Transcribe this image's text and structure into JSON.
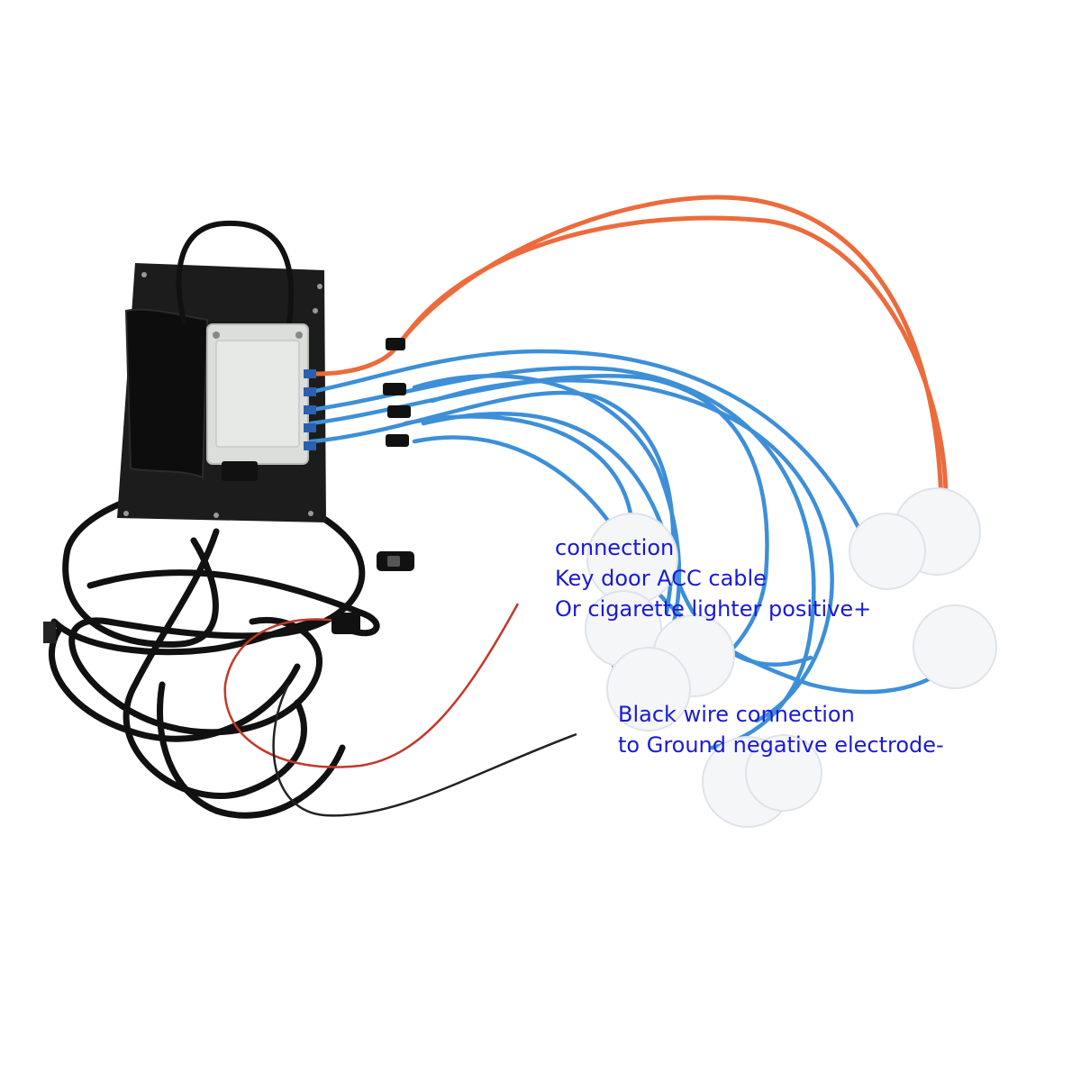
{
  "colors": {
    "background": "#ffffff",
    "annotation_text": "#1a1ad6",
    "air_tube_blue": "#3d8fd8",
    "air_tube_orange": "#ec6b3c",
    "mounting_plate": "#1c1c1c",
    "control_box": "#dcdedb",
    "harness": "#111111",
    "red_wire": "#c0392b",
    "air_bladder": "#f4f6f8"
  },
  "annotations": {
    "acc": {
      "line1": "connection",
      "line2": "Key door ACC cable",
      "line3": "Or cigarette lighter positive+"
    },
    "ground": {
      "line1": "Black wire connection",
      "line2": "to Ground negative electrode-"
    }
  },
  "components": {
    "plate_icon": "mounting-plate-icon",
    "box_icon": "control-box-icon",
    "switch_icon": "switch-icon",
    "fuse_icon": "fuse-holder-icon",
    "bladder_icon": "air-bladder-icon"
  }
}
